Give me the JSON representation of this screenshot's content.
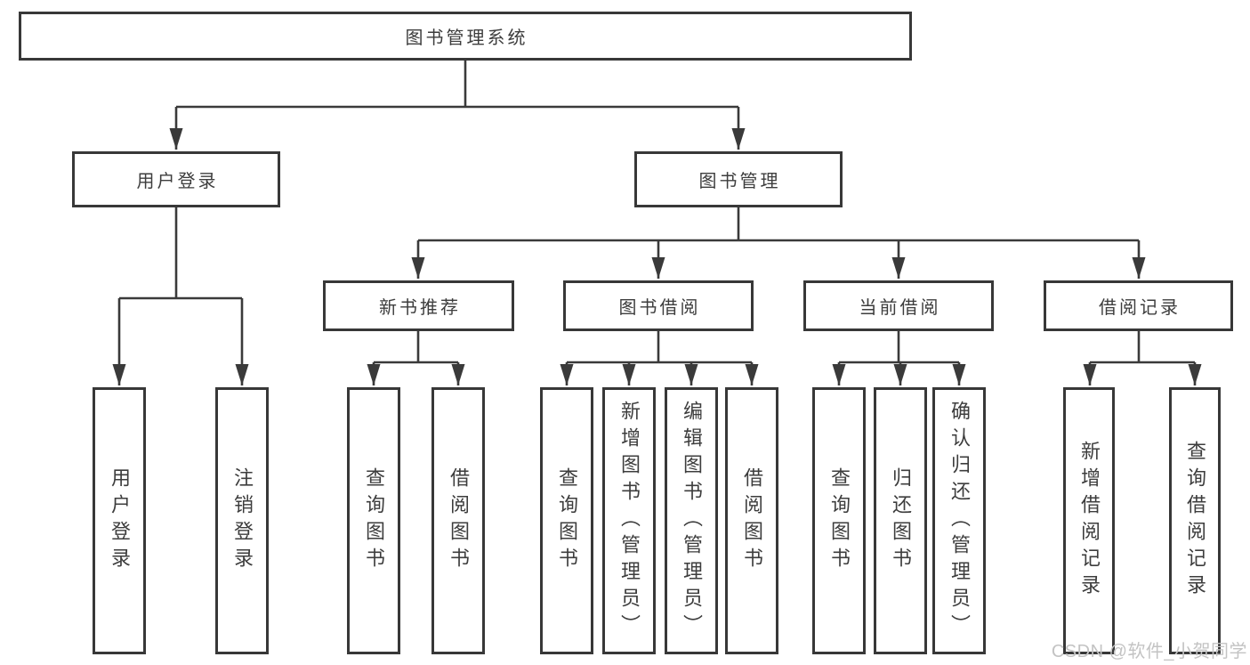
{
  "diagram": {
    "root": {
      "label": "图书管理系统"
    },
    "branches": [
      {
        "label": "用户登录",
        "children": [
          {
            "label": "用户登录"
          },
          {
            "label": "注销登录"
          }
        ]
      },
      {
        "label": "图书管理",
        "children": [
          {
            "label": "新书推荐",
            "children": [
              {
                "label": "查询图书"
              },
              {
                "label": "借阅图书"
              }
            ]
          },
          {
            "label": "图书借阅",
            "children": [
              {
                "label": "查询图书"
              },
              {
                "label": "新增图书（管理员）"
              },
              {
                "label": "编辑图书（管理员）"
              },
              {
                "label": "借阅图书"
              }
            ]
          },
          {
            "label": "当前借阅",
            "children": [
              {
                "label": "查询图书"
              },
              {
                "label": "归还图书"
              },
              {
                "label": "确认归还（管理员）"
              }
            ]
          },
          {
            "label": "借阅记录",
            "children": [
              {
                "label": "新增借阅记录"
              },
              {
                "label": "查询借阅记录"
              }
            ]
          }
        ]
      }
    ]
  },
  "watermark": {
    "text": "CSDN @软件_小贺同学"
  },
  "colors": {
    "line": "#3a3a3a",
    "text": "#3d3d3d",
    "watermark": "#c3c3c3",
    "background": "#ffffff"
  }
}
